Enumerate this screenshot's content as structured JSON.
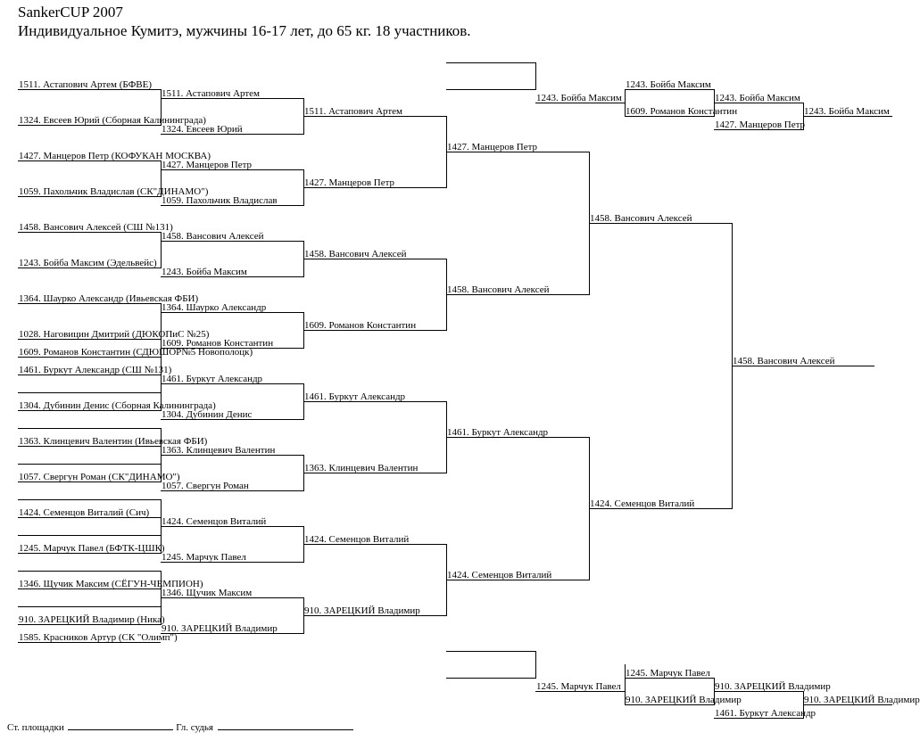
{
  "header": {
    "title": "SankerCUP 2007",
    "subtitle": "Индивидуальное Кумитэ, мужчины 16-17 лет, до  65 кг. 18 участников."
  },
  "labels": [
    "1511. Астапович Артем (БФВЕ)",
    "1324. Евсеев Юрий (Сборная Калининграда)",
    "1427. Манцеров Петр (КОФУКАН МОСКВА)",
    "1059. Пахольчик Владислав (СК\"ДИНАМО\")",
    "1458. Вансович Алексей (СШ №131)",
    "1243. Бойба Максим (Эдельвейс)",
    "1364. Шаурко Александр (Ивьевская ФБИ)",
    "1028. Наговицин Дмитрий (ДЮКОПиС №25)",
    "1609. Романов Константин (СДЮШОР№5 Новополоцк)",
    "1461. Буркут Александр (СШ №131)",
    "1304. Дубинин Денис (Сборная Калининграда)",
    "1363. Клинцевич Валентин (Ивьевская ФБИ)",
    "1057. Свергун Роман (СК\"ДИНАМО\")",
    "1424. Семенцов Виталий (Сич)",
    "1245. Марчук Павел (БФТК-ЦШК)",
    "1346. Щучик Максим (СЁГУН-ЧЕМПИОН)",
    "910. ЗАРЕЦКИЙ Владимир (Ника)",
    "1585. Красников Артур (СК \"Олимп\")",
    "1511. Астапович Артем",
    "1324. Евсеев Юрий",
    "1427. Манцеров Петр",
    "1059. Пахольчик Владислав",
    "1458. Вансович Алексей",
    "1243. Бойба Максим",
    "1364. Шаурко Александр",
    "1609. Романов Константин",
    "1461. Буркут Александр",
    "1304. Дубинин Денис",
    "1363. Клинцевич Валентин",
    "1057. Свергун Роман",
    "1424. Семенцов Виталий",
    "1245. Марчук Павел",
    "1346. Щучик Максим",
    "910. ЗАРЕЦКИЙ Владимир",
    "1511. Астапович Артем",
    "1427. Манцеров Петр",
    "1458. Вансович Алексей",
    "1609. Романов Константин",
    "1461. Буркут Александр",
    "1363. Клинцевич Валентин",
    "1424. Семенцов Виталий",
    "910. ЗАРЕЦКИЙ Владимир",
    "1427. Манцеров Петр",
    "1458. Вансович Алексей",
    "1461. Буркут Александр",
    "1424. Семенцов Виталий",
    "1458. Вансович Алексей",
    "1424. Семенцов Виталий",
    "1458. Вансович Алексей",
    "1243. Бойба Максим",
    "1243. Бойба Максим",
    "1609. Романов Константин",
    "1243. Бойба Максим",
    "1427. Манцеров Петр",
    "1243. Бойба Максим",
    "1245. Марчук Павел",
    "1245. Марчук Павел",
    "910. ЗАРЕЦКИЙ Владимир",
    "910. ЗАРЕЦКИЙ Владимир",
    "1461. Буркут Александр",
    "910. ЗАРЕЦКИЙ Владимир"
  ],
  "footer": {
    "platform_label": "Ст. площадки",
    "judge_label": "Гл. судья"
  }
}
